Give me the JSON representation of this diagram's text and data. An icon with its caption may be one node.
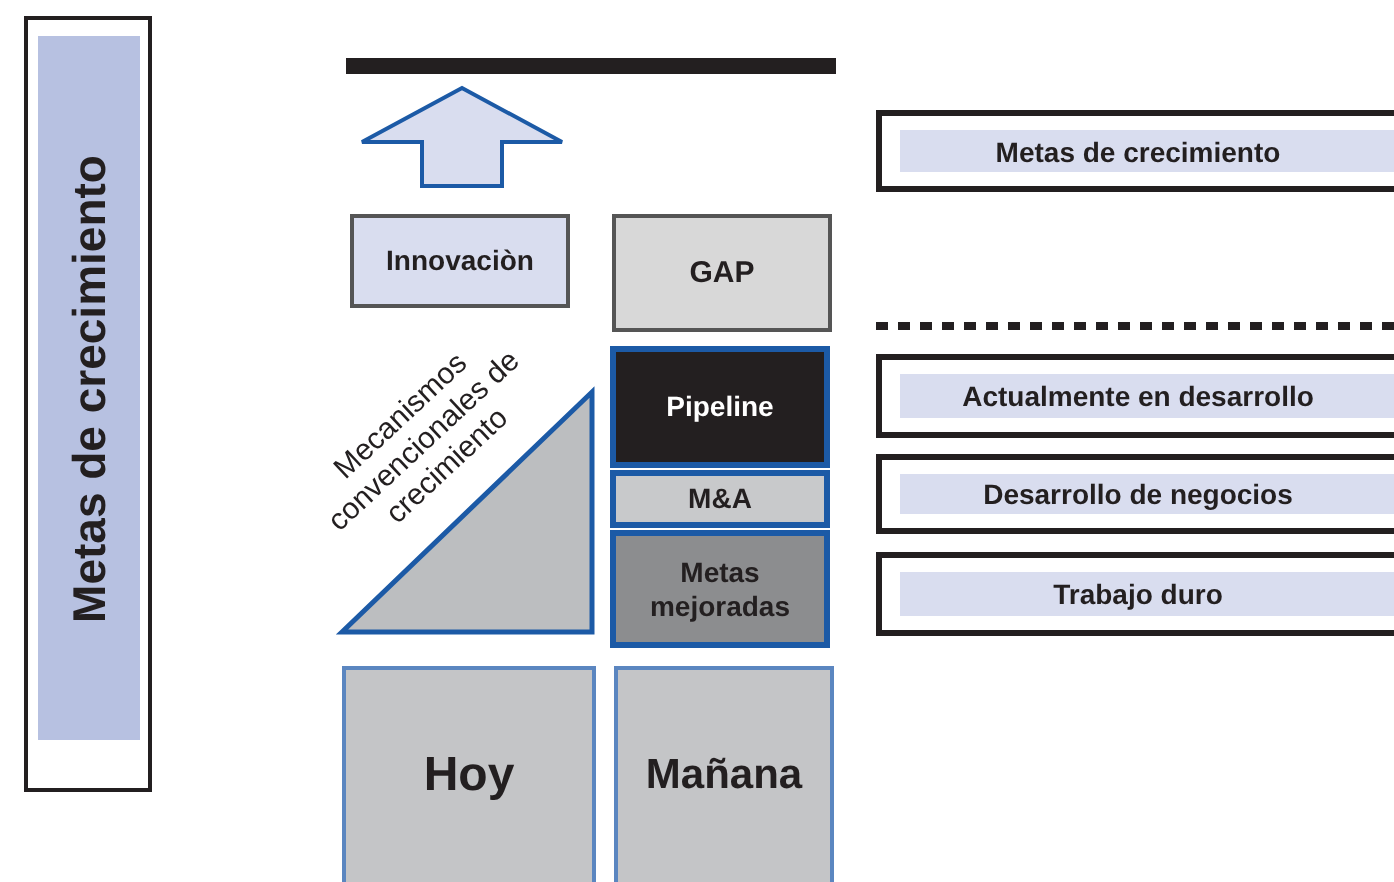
{
  "diagram": {
    "nodes": [
      {
        "text": [
          "Metas de crecimiento"
        ]
      },
      {
        "text": [
          "Innovaciòn"
        ]
      },
      {
        "text": [
          "GAP"
        ]
      },
      {
        "text": [
          "Mecanismos convencionales de crecimiento"
        ]
      },
      {
        "text": [
          "Pipeline"
        ]
      },
      {
        "text": [
          "M&A"
        ]
      },
      {
        "text": [
          "Metas mejoradas"
        ]
      },
      {
        "text": [
          "Hoy"
        ]
      },
      {
        "text": [
          "Mañana"
        ]
      },
      {
        "text": [
          "Metas de crecimiento"
        ]
      },
      {
        "text": [
          "Actualmente en desarrollo"
        ]
      },
      {
        "text": [
          "Desarrollo de negocios"
        ]
      },
      {
        "text": [
          "Trabajo duro"
        ]
      }
    ],
    "edges": []
  }
}
